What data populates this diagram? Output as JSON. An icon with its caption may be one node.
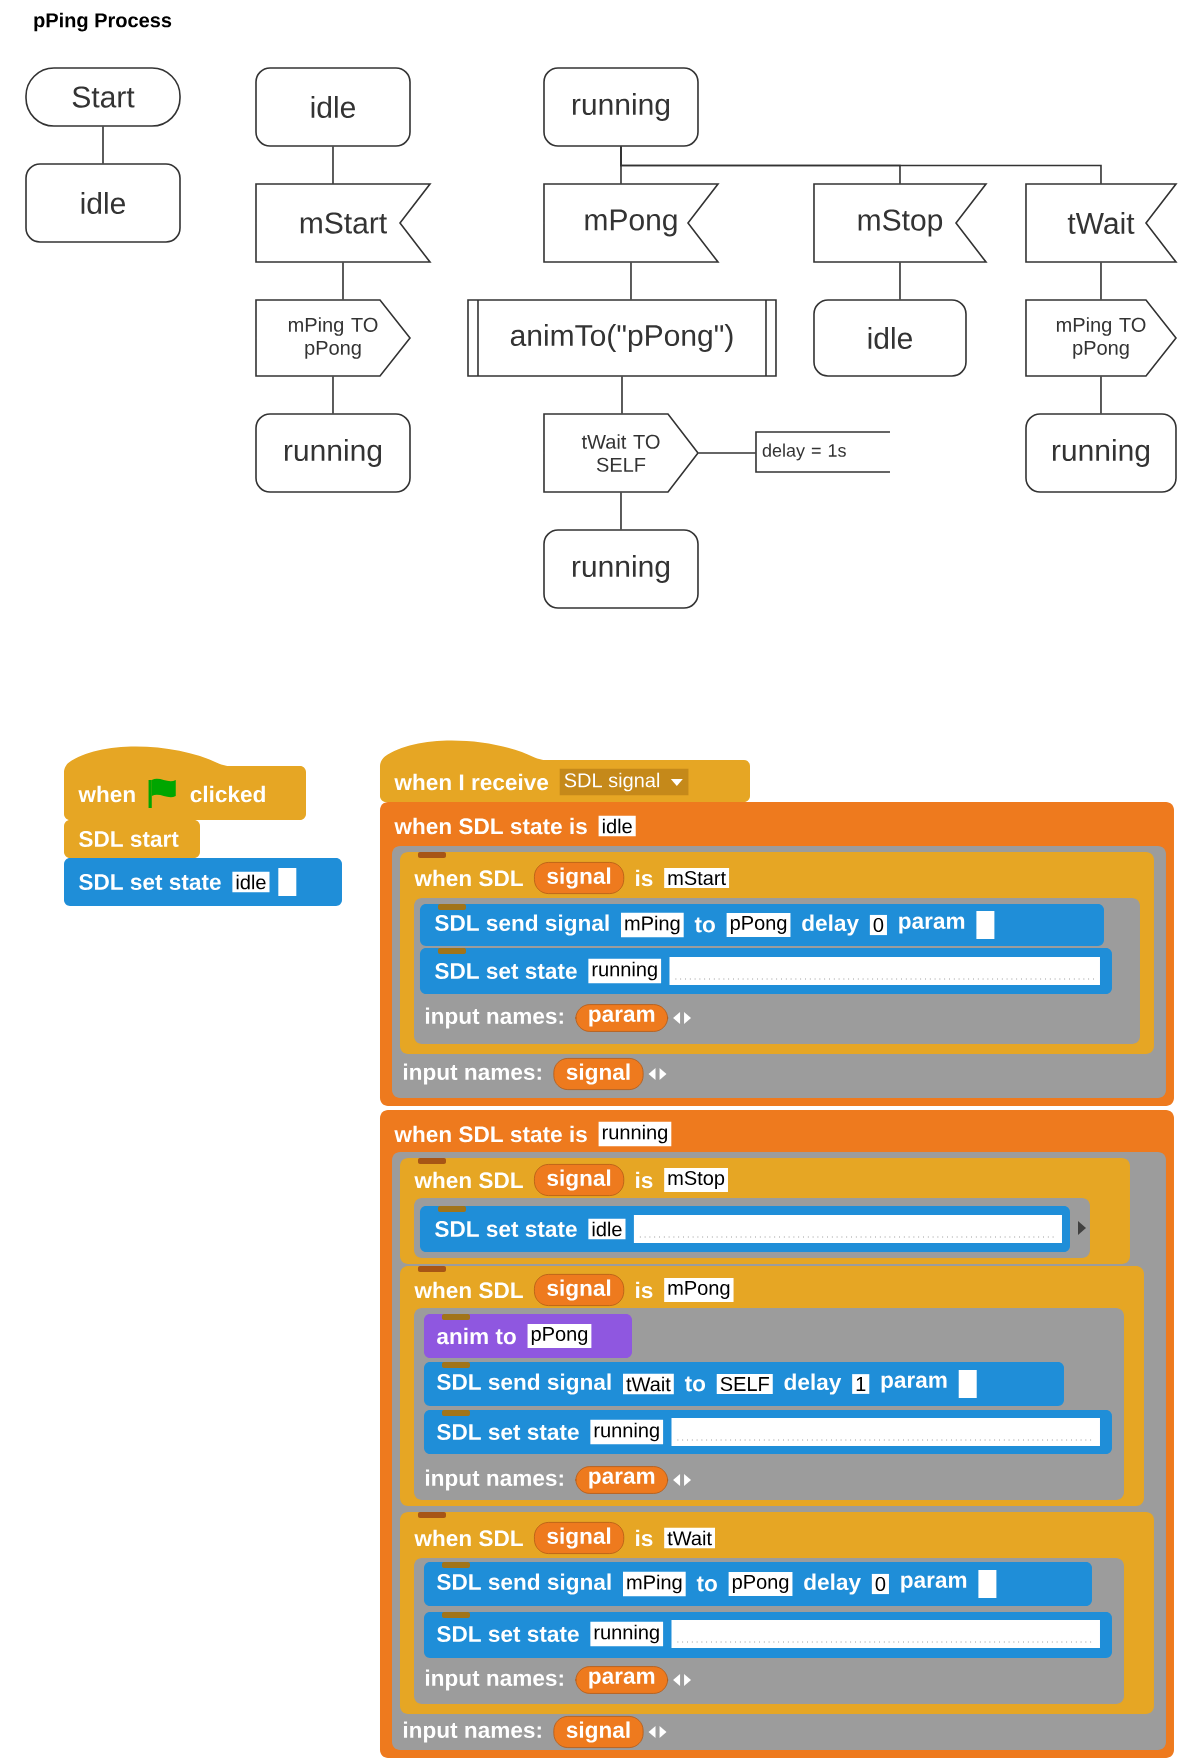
{
  "diagram": {
    "title": "pPing Process",
    "nodes": [
      {
        "text": [
          "Start"
        ]
      },
      {
        "text": [
          "idle"
        ]
      },
      {
        "text": [
          "idle"
        ]
      },
      {
        "text": [
          "mStart"
        ]
      },
      {
        "text": [
          "mPing TO pPong"
        ]
      },
      {
        "text": [
          "running"
        ]
      },
      {
        "text": [
          "running"
        ]
      },
      {
        "text": [
          "mPong"
        ]
      },
      {
        "text": [
          "animTo(\"pPong\")"
        ]
      },
      {
        "text": [
          "tWait TO SELF"
        ]
      },
      {
        "text": [
          "running"
        ]
      },
      {
        "text": [
          "mStop"
        ]
      },
      {
        "text": [
          "idle"
        ]
      },
      {
        "text": [
          "tWait"
        ]
      },
      {
        "text": [
          "mPing TO pPong"
        ]
      },
      {
        "text": [
          "running"
        ]
      },
      {
        "text": [
          "delay = 1s"
        ]
      },
      {
        "text": [
          "when",
          "clicked"
        ]
      },
      {
        "text": [
          "SDL start"
        ]
      },
      {
        "text": [
          "SDL set state",
          "idle"
        ]
      },
      {
        "text": [
          "when I receive",
          "SDL signal"
        ]
      },
      {
        "text": [
          "when SDL state is",
          "idle",
          "input names:",
          "signal"
        ]
      },
      {
        "text": [
          "when SDL",
          "signal",
          "is",
          "mStart",
          "input names:",
          "param"
        ],
        "in": 21
      },
      {
        "text": [
          "SDL send signal",
          "mPing",
          "to",
          "pPong",
          "delay",
          "0",
          "param"
        ],
        "in": 22
      },
      {
        "text": [
          "SDL set state",
          "running"
        ],
        "in": 22
      },
      {
        "text": [
          "when SDL state is",
          "running",
          "input names:",
          "signal"
        ]
      },
      {
        "text": [
          "when SDL",
          "signal",
          "is",
          "mStop"
        ],
        "in": 25
      },
      {
        "text": [
          "SDL set state",
          "idle"
        ],
        "in": 26
      },
      {
        "text": [
          "when SDL",
          "signal",
          "is",
          "mPong",
          "input names:",
          "param"
        ],
        "in": 25
      },
      {
        "text": [
          "anim to",
          "pPong"
        ],
        "in": 28
      },
      {
        "text": [
          "SDL send signal",
          "tWait",
          "to",
          "SELF",
          "delay",
          "1",
          "param"
        ],
        "in": 28
      },
      {
        "text": [
          "SDL set state",
          "running"
        ],
        "in": 28
      },
      {
        "text": [
          "when SDL",
          "signal",
          "is",
          "tWait",
          "input names:",
          "param"
        ],
        "in": 25
      },
      {
        "text": [
          "SDL send signal",
          "mPing",
          "to",
          "pPong",
          "delay",
          "0",
          "param"
        ],
        "in": 32
      },
      {
        "text": [
          "SDL set state",
          "running"
        ],
        "in": 32
      }
    ],
    "edges": [
      {
        "from": 0,
        "to": 1,
        "arrow": "none"
      },
      {
        "from": 2,
        "to": 3,
        "arrow": "none"
      },
      {
        "from": 3,
        "to": 4,
        "arrow": "none"
      },
      {
        "from": 4,
        "to": 5,
        "arrow": "none"
      },
      {
        "from": 6,
        "to": 7,
        "arrow": "none"
      },
      {
        "from": 6,
        "to": 11,
        "arrow": "none"
      },
      {
        "from": 6,
        "to": 13,
        "arrow": "none"
      },
      {
        "from": 7,
        "to": 8,
        "arrow": "none"
      },
      {
        "from": 8,
        "to": 9,
        "arrow": "none"
      },
      {
        "from": 9,
        "to": 10,
        "arrow": "none"
      },
      {
        "from": 9,
        "to": 16,
        "arrow": "none"
      },
      {
        "from": 11,
        "to": 12,
        "arrow": "none"
      },
      {
        "from": 13,
        "to": 14,
        "arrow": "none"
      },
      {
        "from": 14,
        "to": 15,
        "arrow": "none"
      }
    ]
  }
}
